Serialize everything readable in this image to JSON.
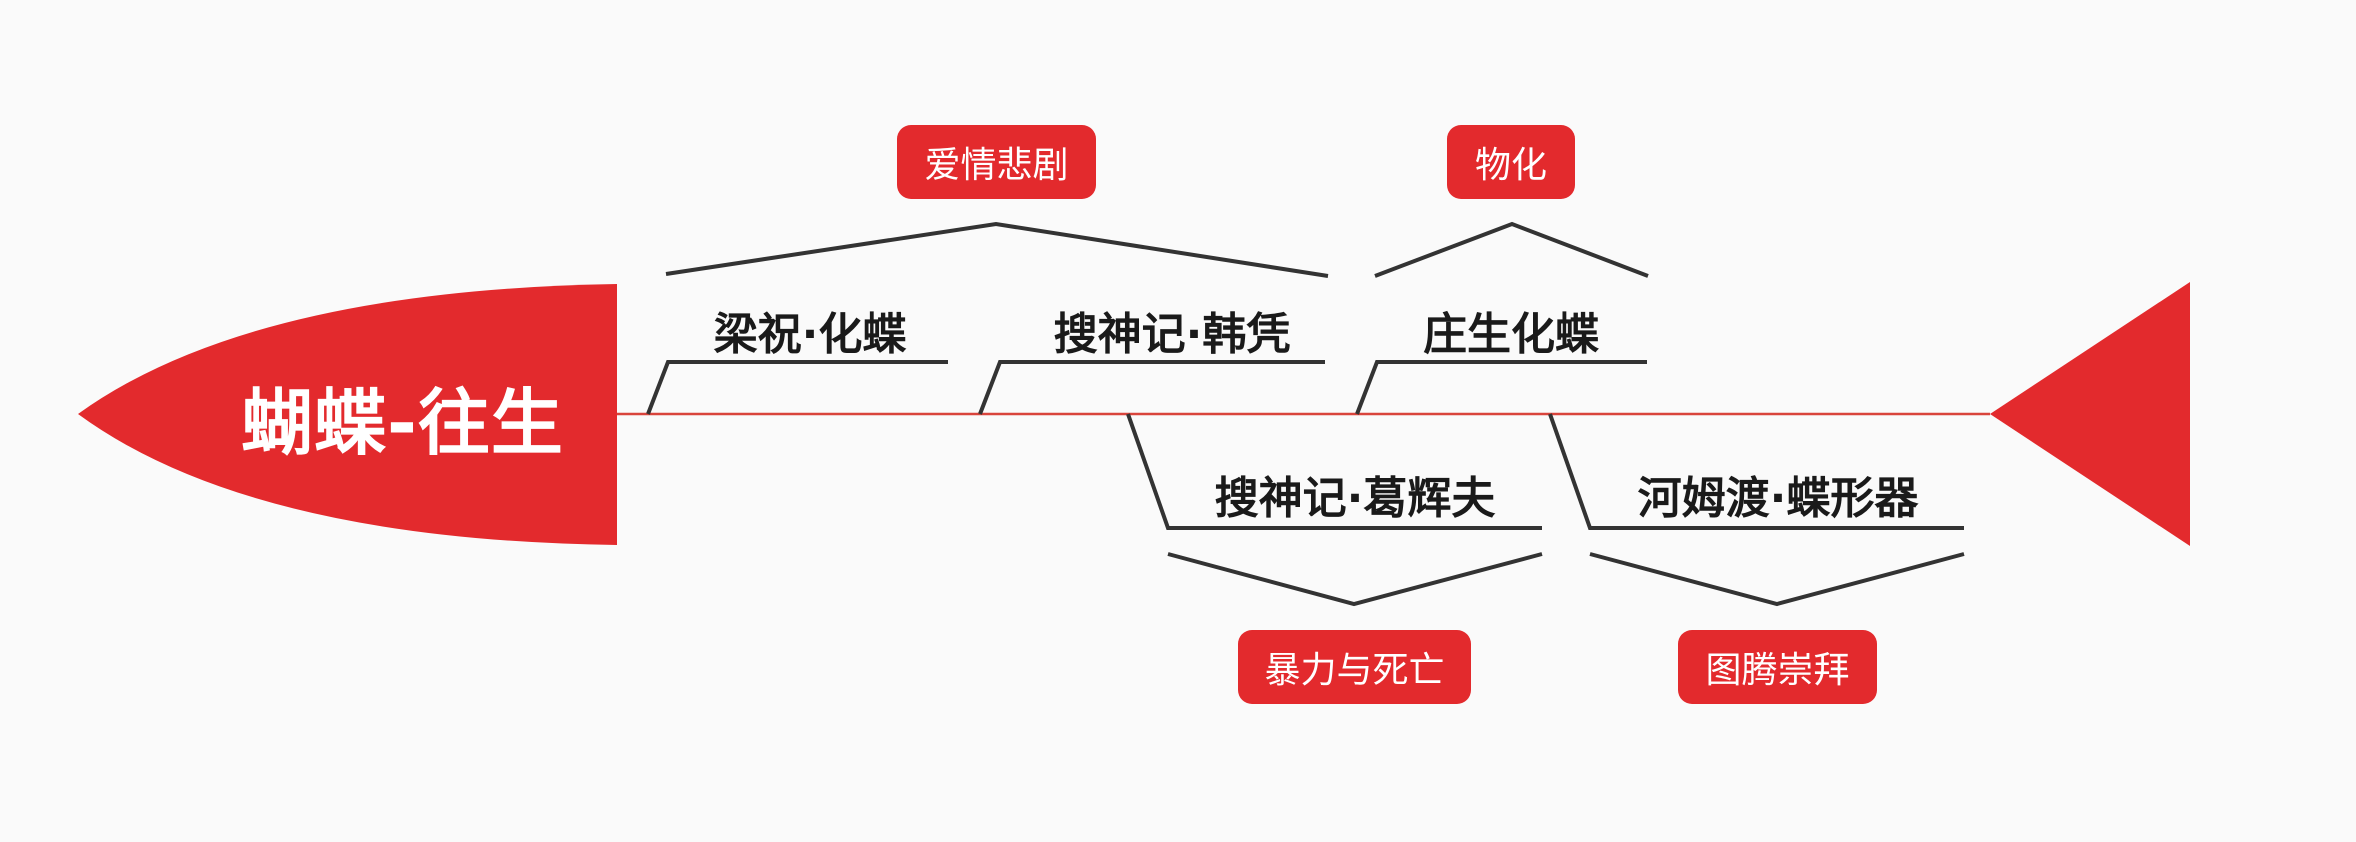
{
  "diagram": {
    "title": "蝴蝶-往生",
    "colors": {
      "accent": "#e32a2d",
      "line": "#333333",
      "spine": "#d9443c",
      "background": "#fafafa"
    },
    "branches": [
      {
        "topic": "梁祝·化蝶",
        "tag": "爱情悲剧"
      },
      {
        "topic": "搜神记·韩凭"
      },
      {
        "topic": "庄生化蝶",
        "tag": "物化"
      },
      {
        "topic": "搜神记·葛辉夫",
        "tag": "暴力与死亡"
      },
      {
        "topic": "河姆渡·蝶形器",
        "tag": "图腾崇拜"
      }
    ]
  }
}
